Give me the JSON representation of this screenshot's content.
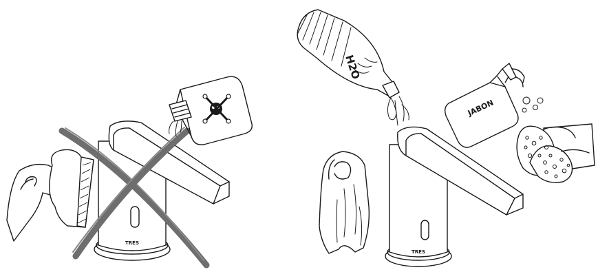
{
  "panels": {
    "wrong": {
      "faucet_brand": "TRES"
    },
    "right": {
      "faucet_brand": "TRES",
      "bottle_label": "H2O",
      "soap_label": "JABON"
    }
  },
  "colors": {
    "line": "#1a1a1a",
    "cross": "#6e6e6e",
    "background": "#ffffff"
  },
  "icons": {
    "wrong_panel": [
      "hand-icon",
      "scouring-sponge-icon",
      "chemical-jug-icon",
      "skull-crossbones-icon",
      "cross-mark-icon",
      "faucet-icon"
    ],
    "right_panel": [
      "water-bottle-icon",
      "cloth-icon",
      "soap-dispenser-icon",
      "soft-sponge-icon",
      "faucet-icon"
    ]
  }
}
